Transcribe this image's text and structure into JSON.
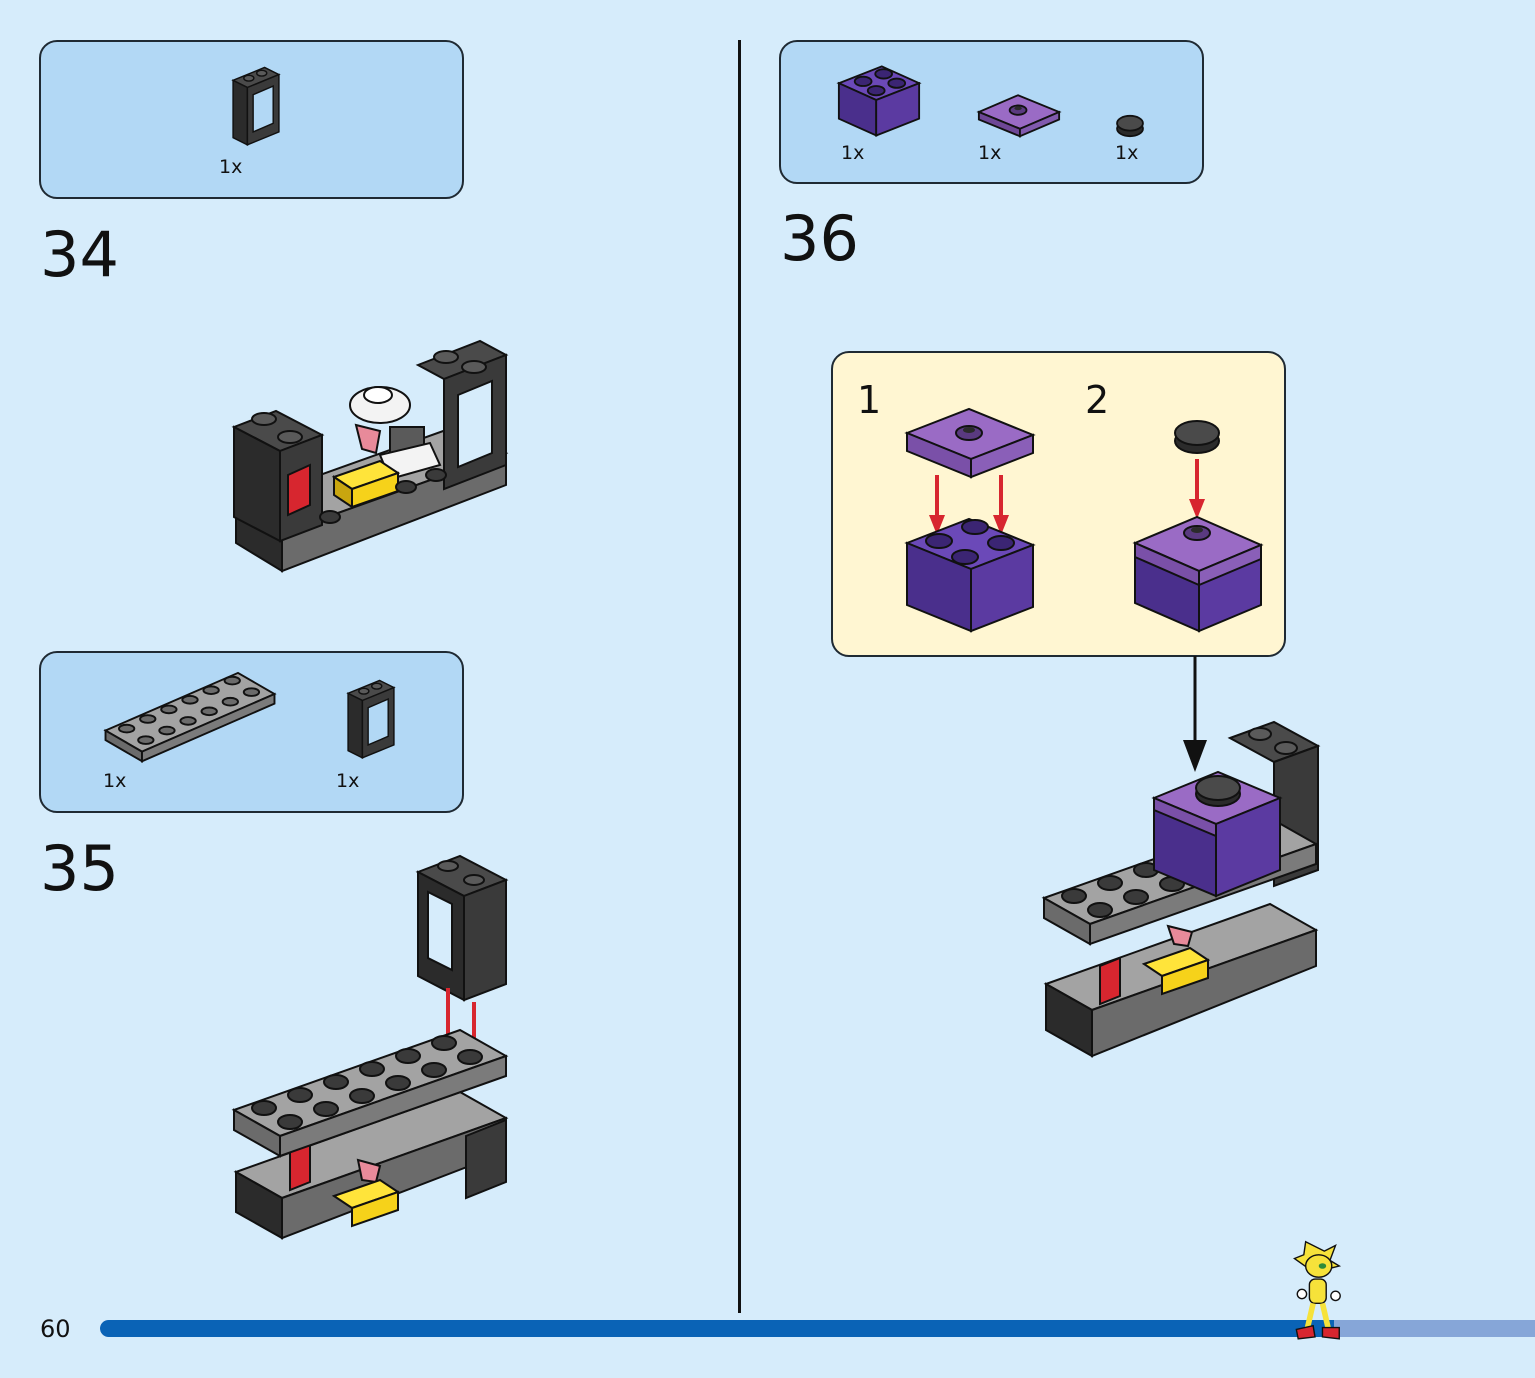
{
  "page": {
    "number": "60",
    "progress_fraction": 0.86
  },
  "steps": [
    {
      "number": "34",
      "parts": [
        {
          "qty": "1x",
          "icon": "black-1x2x2-window-frame"
        }
      ]
    },
    {
      "number": "35",
      "parts": [
        {
          "qty": "1x",
          "icon": "gray-2x6-plate"
        },
        {
          "qty": "1x",
          "icon": "black-1x2x2-window-frame"
        }
      ]
    },
    {
      "number": "36",
      "parts": [
        {
          "qty": "1x",
          "icon": "purple-2x2-brick"
        },
        {
          "qty": "1x",
          "icon": "lavender-2x2-jumper-plate"
        },
        {
          "qty": "1x",
          "icon": "black-1x1-round-tile"
        }
      ],
      "substeps": [
        "1",
        "2"
      ]
    }
  ],
  "colors": {
    "page_bg": "#d6ecfb",
    "parts_box_bg": "#b2d8f5",
    "substep_box_bg": "#fff6d2",
    "progress_fill": "#0a63b6",
    "progress_track": "#86a6d8",
    "arrow_red": "#d7262f",
    "brick_purple": "#5b3aa1",
    "plate_lavender": "#9a6bc5",
    "brick_black": "#2b2b2b",
    "plate_gray": "#8f8f8f",
    "brick_yellow": "#f6d21a"
  }
}
